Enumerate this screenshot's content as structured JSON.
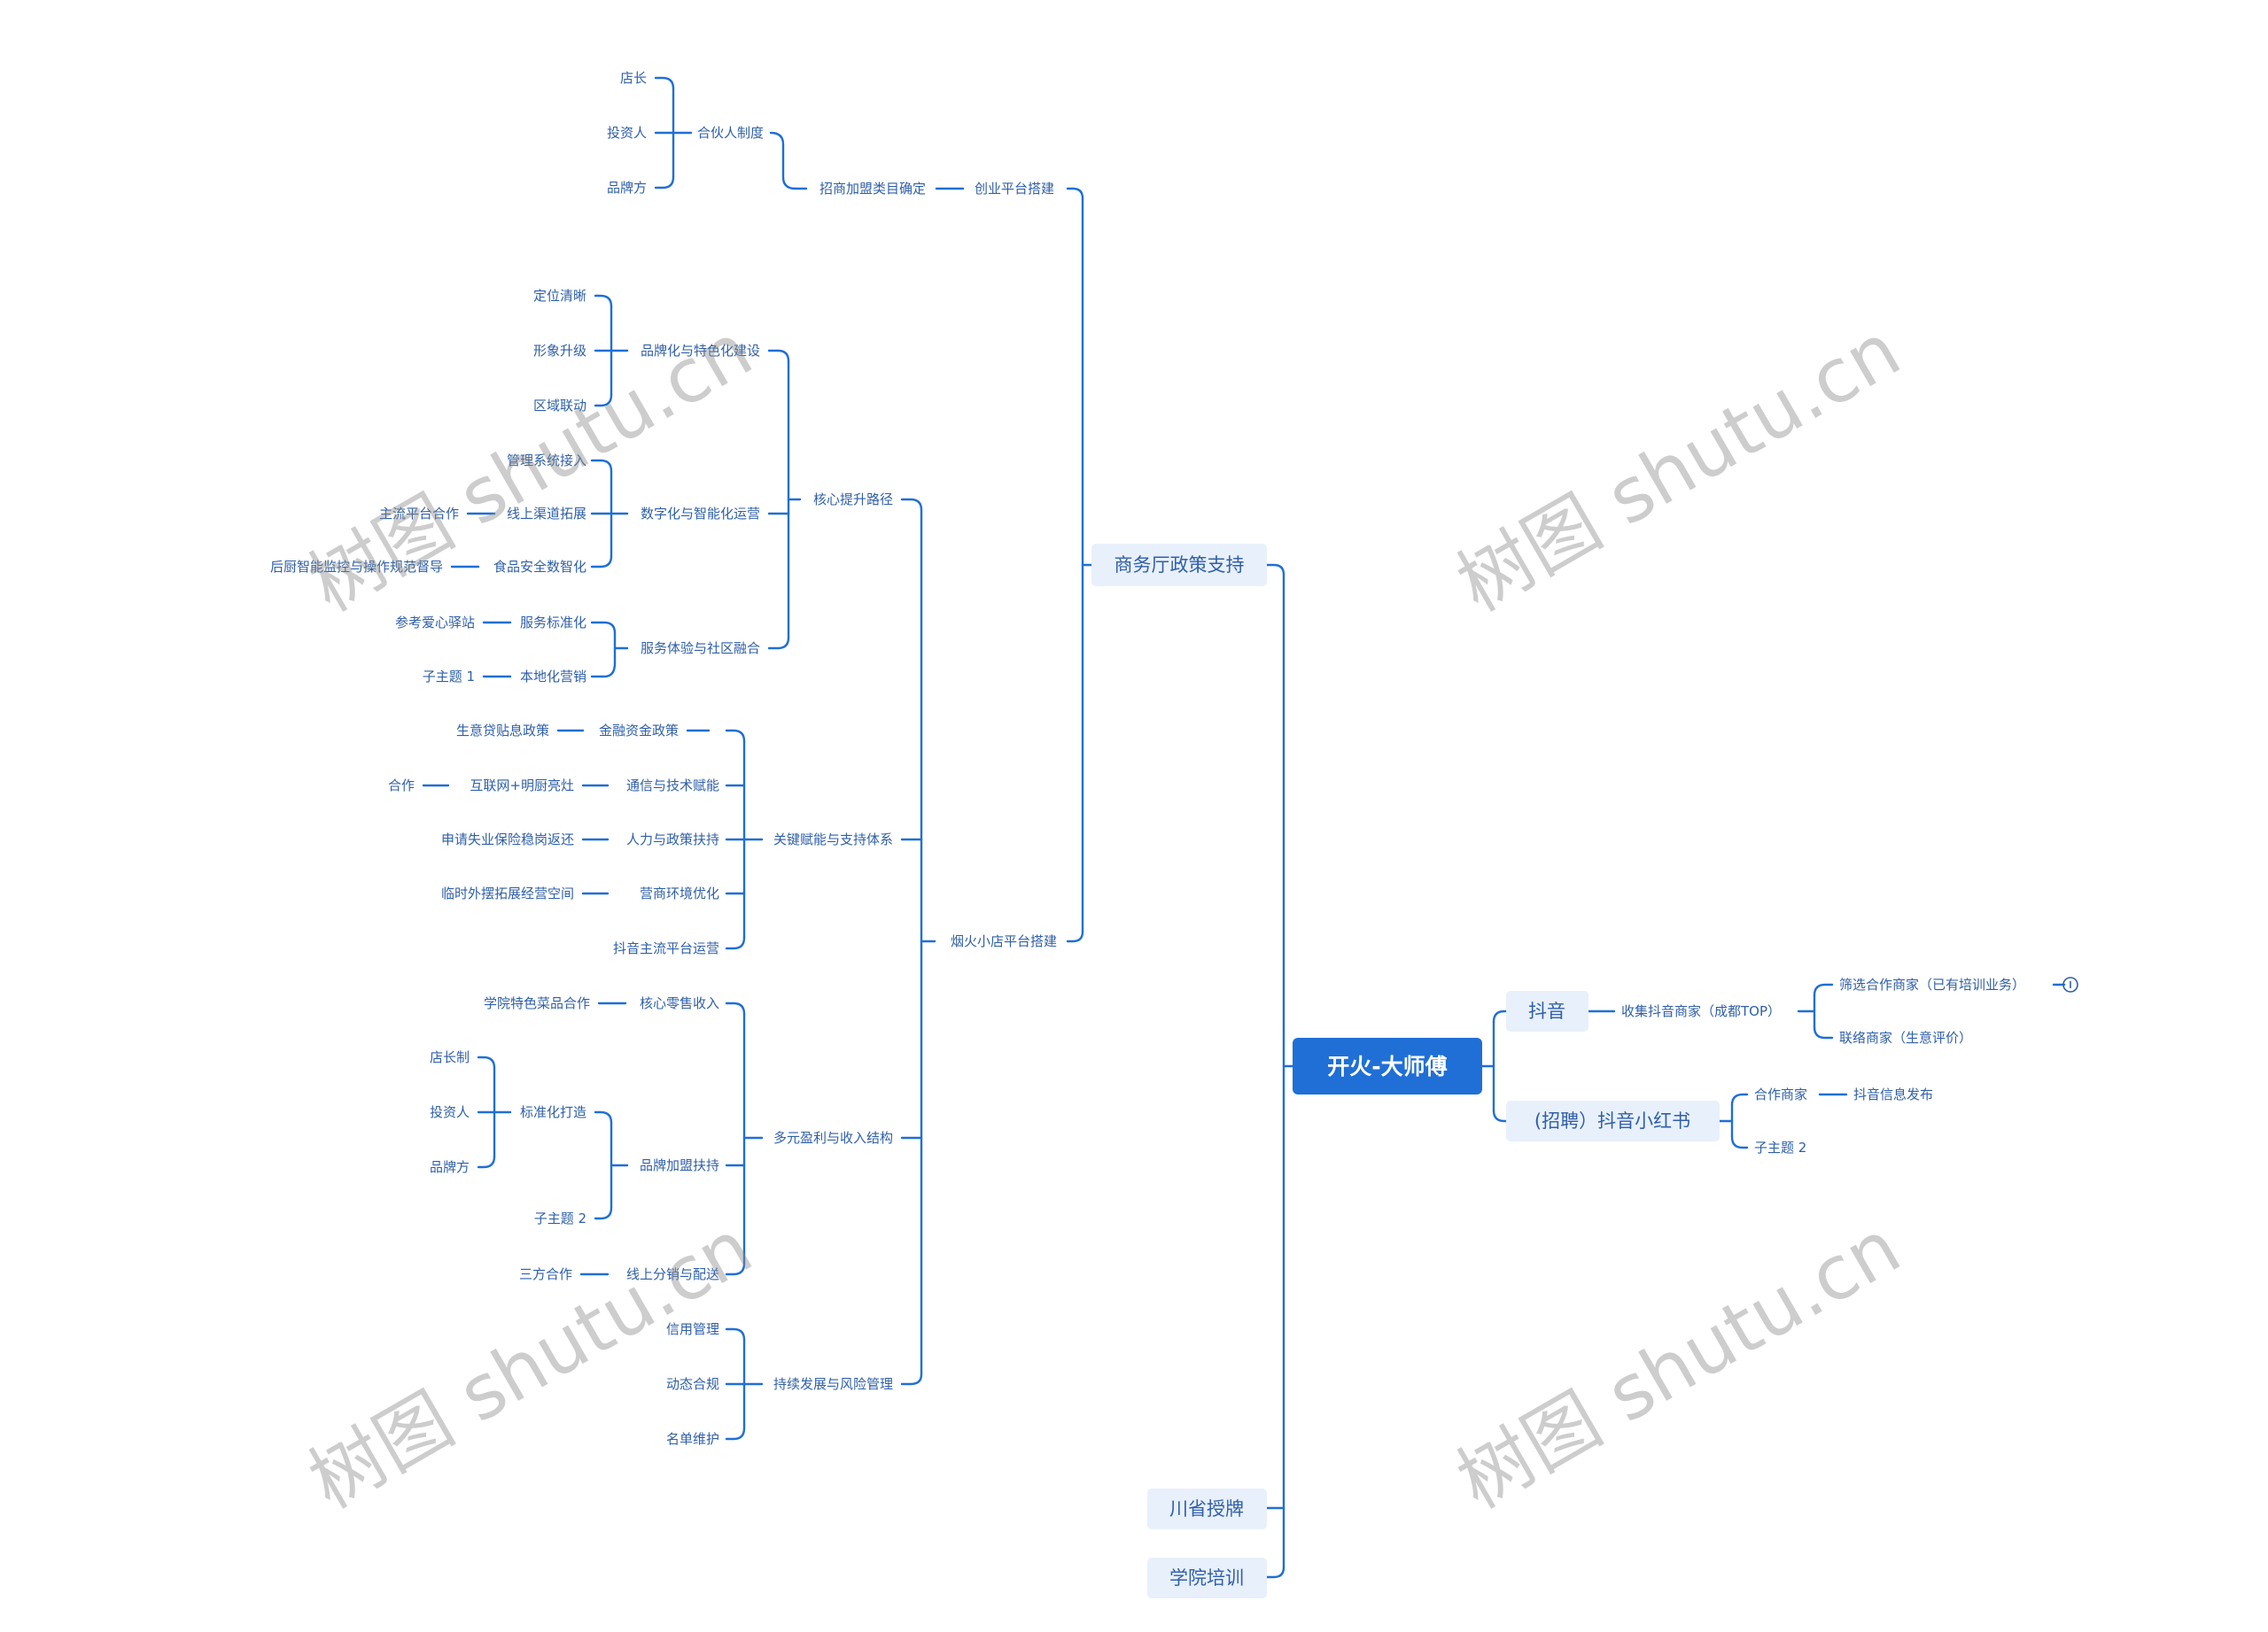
{
  "colors": {
    "line": "#1f6fd6",
    "root_fill": "#1f6fd6",
    "root_text": "#ffffff",
    "l1_fill": "#e8f0fc",
    "text": "#2f5fa8",
    "watermark": "#8a8a8a"
  },
  "watermark": "树图 shutu.cn",
  "mindmap": {
    "root": "开火-大师傅",
    "left_main": [
      "商务厅政策支持",
      "川省授牌",
      "学院培训"
    ],
    "policy": {
      "n1": "创业平台搭建",
      "n1_1": "招商加盟类目确定",
      "n1_1_1": "合伙人制度",
      "n1_1_1_leaves": [
        "店长",
        "投资人",
        "品牌方"
      ],
      "n2": "烟火小店平台搭建",
      "core": {
        "label": "核心提升路径",
        "brand": {
          "label": "品牌化与特色化建设",
          "leaves": [
            "定位清晰",
            "形象升级",
            "区域联动"
          ]
        },
        "digital": {
          "label": "数字化与智能化运营",
          "items": [
            "管理系统接入",
            "线上渠道拓展",
            "食品安全数智化"
          ],
          "ext1": "主流平台合作",
          "ext2": "后厨智能监控与操作规范督导"
        },
        "service": {
          "label": "服务体验与社区融合",
          "items": [
            "服务标准化",
            "本地化营销"
          ],
          "ext": [
            "参考爱心驿站",
            "子主题 1"
          ]
        }
      },
      "enable": {
        "label": "关键赋能与支持体系",
        "items": [
          "金融资金政策",
          "通信与技术赋能",
          "人力与政策扶持",
          "营商环境优化",
          "抖音主流平台运营"
        ],
        "ext": [
          "生意贷贴息政策",
          "互联网+明厨亮灶",
          "申请失业保险稳岗返还",
          "临时外摆拓展经营空间"
        ],
        "ext2": "合作"
      },
      "income": {
        "label": "多元盈利与收入结构",
        "n1": "核心零售收入",
        "n1_ext": "学院特色菜品合作",
        "n2": "品牌加盟扶持",
        "n2_1": "标准化打造",
        "n2_1_leaves": [
          "店长制",
          "投资人",
          "品牌方"
        ],
        "n2_2": "子主题 2",
        "n3": "线上分销与配送",
        "n3_ext": "三方合作"
      },
      "risk": {
        "label": "持续发展与风险管理",
        "leaves": [
          "信用管理",
          "动态合规",
          "名单维护"
        ]
      }
    },
    "right": {
      "douyin": "抖音",
      "douyin_child": "收集抖音商家（成都TOP）",
      "douyin_leaves": [
        "筛选合作商家（已有培训业务）",
        "联络商家（生意评价）"
      ],
      "xhs": "(招聘）抖音小红书",
      "xhs_child1": "合作商家",
      "xhs_child1_ext": "抖音信息发布",
      "xhs_child2": "子主题 2"
    }
  }
}
